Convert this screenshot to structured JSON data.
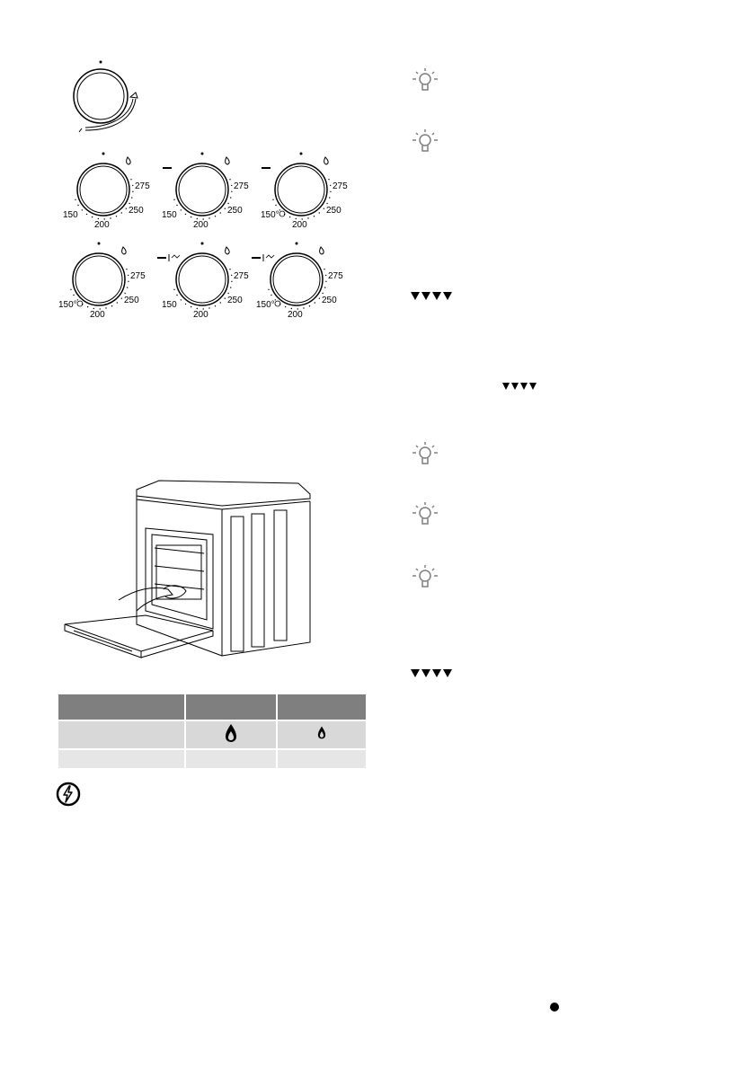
{
  "dials": {
    "knob_label": {
      "t150": "150",
      "t200": "200",
      "t250": "250",
      "t275": "275",
      "t150b": "150°"
    }
  },
  "tips": {
    "icon": "lightbulb-icon"
  },
  "markers": {
    "icon": "triangle-row-icon"
  },
  "table": {
    "flame_large_icon": "flame-large-icon",
    "flame_small_icon": "flame-small-icon"
  },
  "warning": {
    "icon": "electric-warning-icon"
  },
  "colors": {
    "table_header": "#7f7f7f",
    "table_row1": "#d8d8d8",
    "table_row2": "#e6e6e6",
    "tip_icon": "#7f7f7f"
  }
}
